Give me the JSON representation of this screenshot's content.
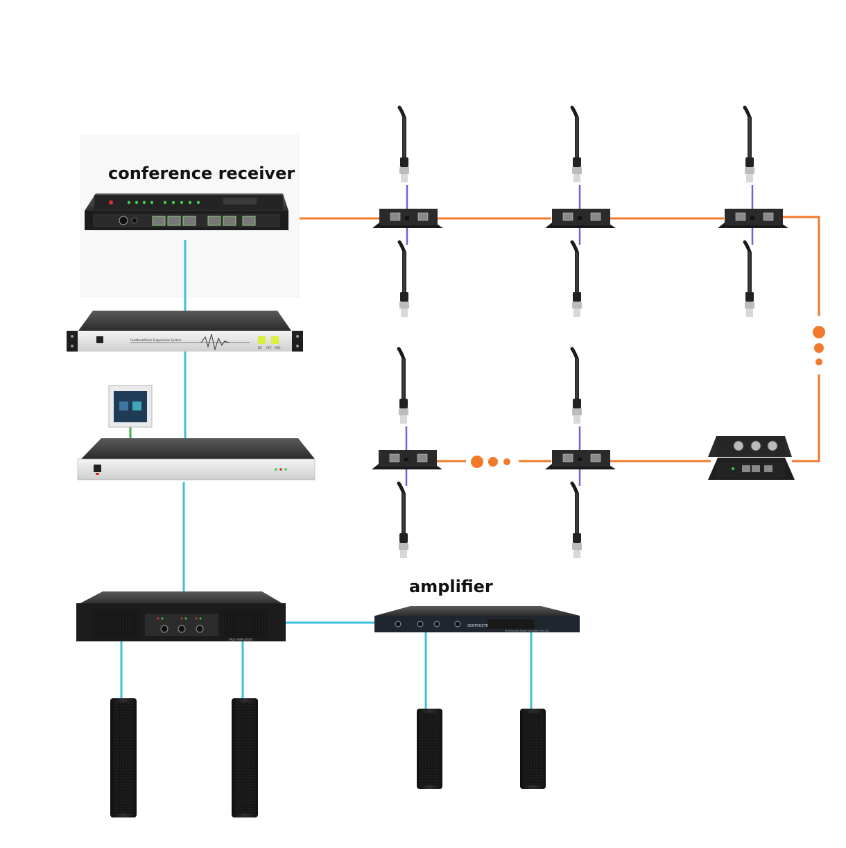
{
  "labels": {
    "conference_receiver": "conference receiver",
    "amplifier": "amplifier"
  },
  "device_text": {
    "suppressor_panel": "Feedback/Noise Suppression System",
    "suppressor_keys": [
      "DC",
      "AFC",
      "ANC"
    ],
    "power_amp_badge": "PRO AMPLIFIER",
    "amp2_brand": "SENTROSTE",
    "amp2_model": "Professional Power Amplifier PM-150"
  },
  "colors": {
    "daisy_chain_cable": "#f07a2a",
    "audio_cable": "#3cc0dc",
    "mic_cable": "#6b63d8",
    "control_cable": "#3cb04c",
    "device_body": "#2a2a2a",
    "device_face": "#e4e4e4",
    "speaker": "#1b1b1b"
  },
  "icons": [
    "gooseneck-microphone-icon",
    "mic-splitter-box-icon",
    "column-speaker-icon",
    "rack-unit-icon",
    "wall-control-panel-icon"
  ]
}
